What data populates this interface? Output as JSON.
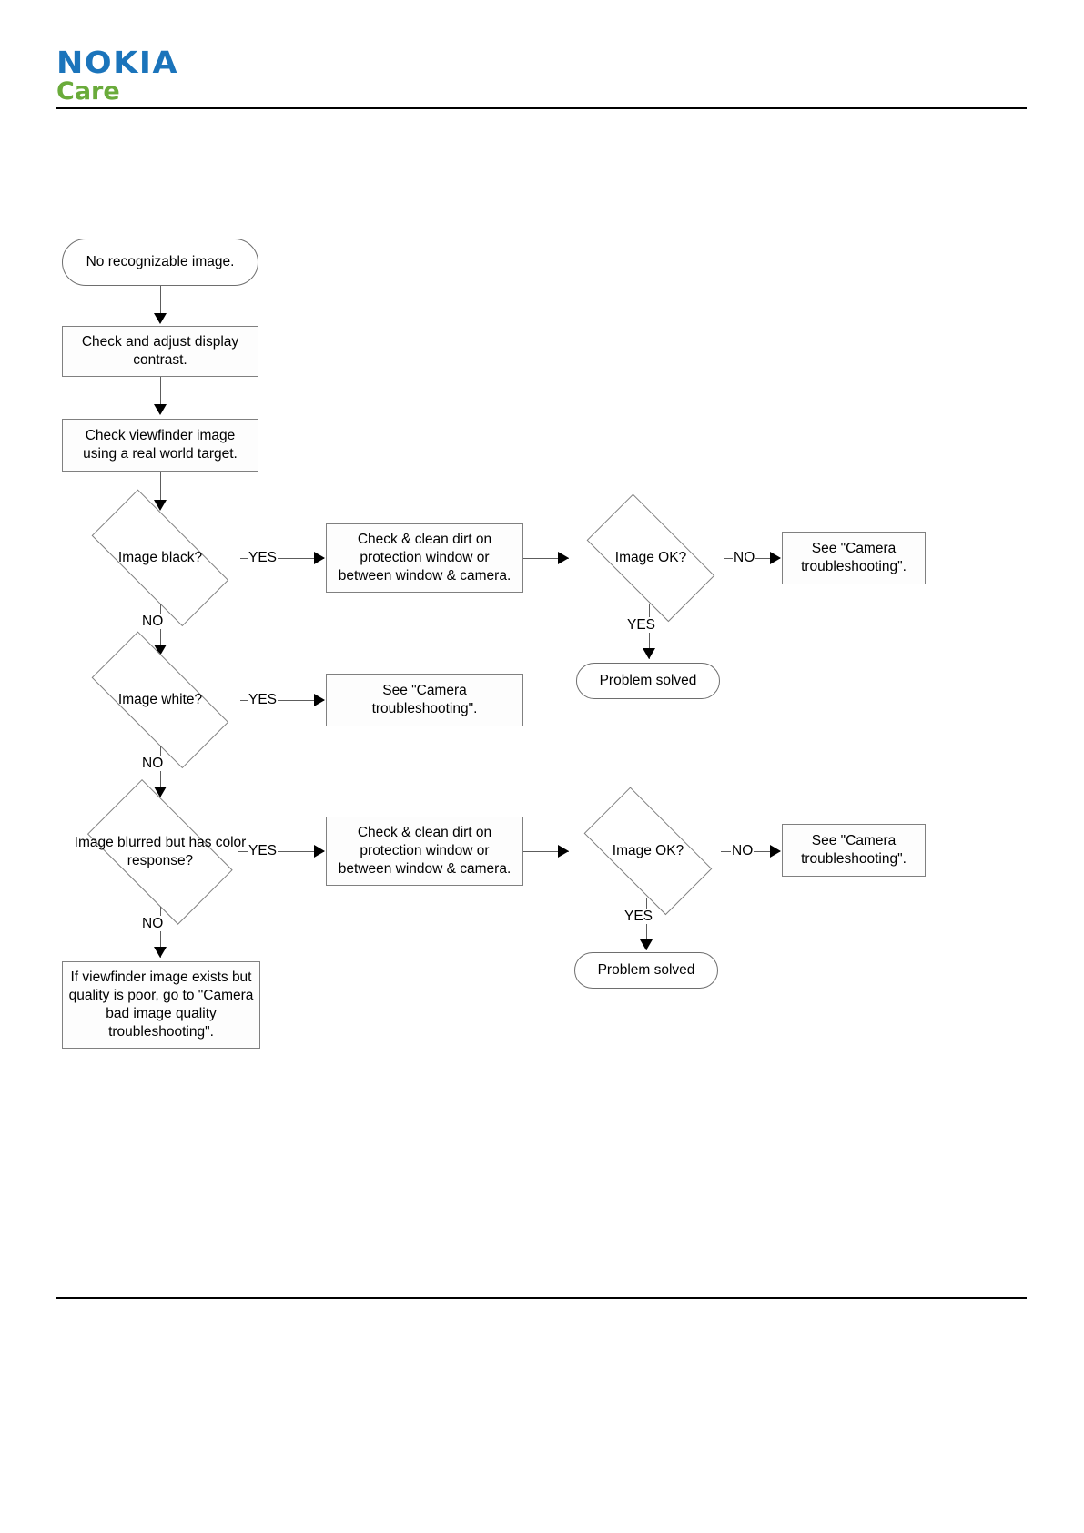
{
  "header": {
    "brand_primary": "NOKIA",
    "brand_secondary": "Care",
    "brand_primary_color": "#1b74bb",
    "brand_secondary_color": "#6aab3b"
  },
  "flowchart": {
    "type": "troubleshooting-flowchart",
    "nodes": {
      "start": "No recognizable image.",
      "check_contrast": "Check and adjust display contrast.",
      "check_viewfinder": "Check viewfinder image using a real world target.",
      "image_black": "Image black?",
      "clean_dirt_1": "Check & clean dirt on protection window or between window & camera.",
      "image_ok_1": "Image OK?",
      "see_camera_ts_1": "See \"Camera troubleshooting\".",
      "problem_solved_1": "Problem solved",
      "image_white": "Image white?",
      "see_camera_ts_2": "See \"Camera troubleshooting\".",
      "image_blurred": "Image blurred but has color response?",
      "clean_dirt_2": "Check & clean dirt on protection window or between window & camera.",
      "image_ok_2": "Image OK?",
      "see_camera_ts_3": "See \"Camera troubleshooting\".",
      "problem_solved_2": "Problem solved",
      "bad_quality": "If viewfinder image exists but quality is poor, go to \"Camera bad image quality troubleshooting\"."
    },
    "edge_labels": {
      "black_yes": "YES",
      "black_no": "NO",
      "ok1_no": "NO",
      "ok1_yes": "YES",
      "white_yes": "YES",
      "white_no": "NO",
      "blurred_yes": "YES",
      "blurred_no": "NO",
      "ok2_no": "NO",
      "ok2_yes": "YES"
    }
  }
}
